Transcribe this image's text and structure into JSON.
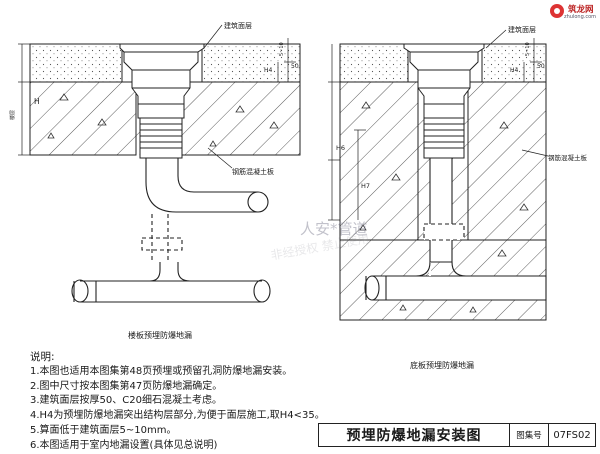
{
  "labels": {
    "architectural_layer_left": "建筑面层",
    "architectural_layer_right": "建筑面层",
    "rc_slab_left": "钢筋混凝土板",
    "rc_slab_right": "钢筋混凝土板",
    "caption_left": "楼板预埋防爆地漏",
    "caption_right": "底板预埋防爆地漏",
    "dim_h": "H",
    "dim_floor": "楼层",
    "dim_h4_left": "H4",
    "dim_50_left": "50",
    "dim_10_left": "5~10",
    "dim_h4_right": "H4",
    "dim_50_right": "50",
    "dim_10_right": "5~10",
    "dim_h6": "H6",
    "dim_h7": "H7"
  },
  "notes": {
    "heading": "说明:",
    "lines": [
      "1.本图也适用本图集第48页预埋或预留孔洞防爆地漏安装。",
      "2.图中尺寸按本图集第47页防爆地漏确定。",
      "3.建筑面层按厚50、C20细石混凝土考虑。",
      "4.H4为预埋防爆地漏突出结构层部分,为便于面层施工,取H4<35。",
      "5.算面低于建筑面层5~10mm。",
      "6.本图适用于室内地漏设置(具体见总说明)"
    ]
  },
  "titleblock": {
    "title": "预埋防爆地漏安装图",
    "set_label": "图集号",
    "set_number": "07FS02"
  },
  "logo": {
    "name": "筑龙网",
    "site": "zhulong.com"
  },
  "watermark": {
    "text": "人安*管道",
    "text2": "非经授权 禁止使用"
  }
}
